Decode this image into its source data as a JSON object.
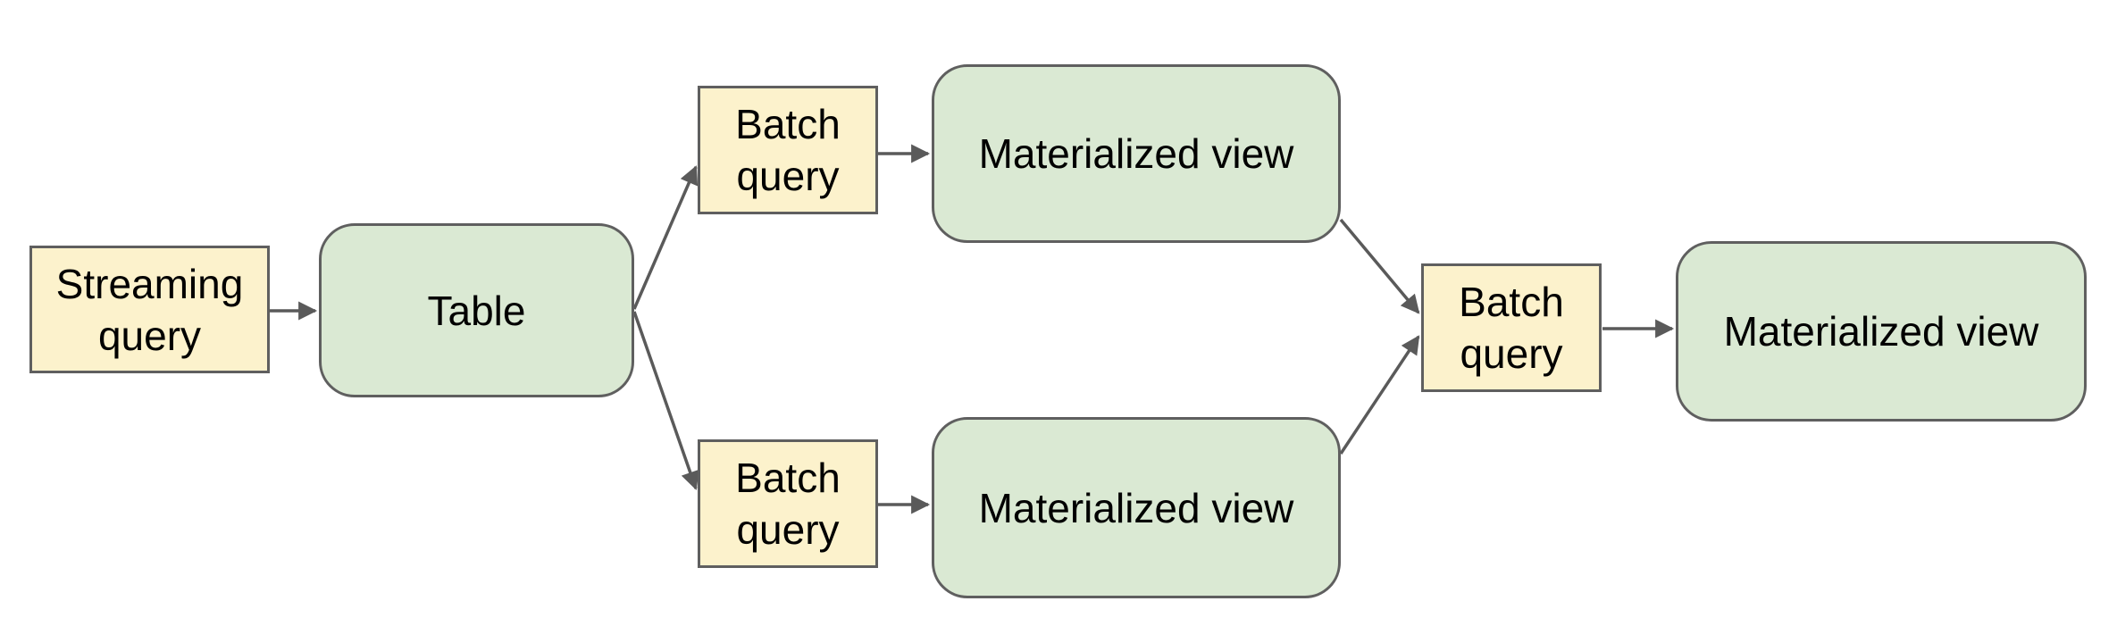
{
  "diagram": {
    "type": "flowchart",
    "description_not_invented": true
  },
  "nodes": [
    {
      "id": "streaming-query",
      "label": "Streaming query",
      "kind": "query"
    },
    {
      "id": "table",
      "label": "Table",
      "kind": "table"
    },
    {
      "id": "batch-query-top",
      "label": "Batch query",
      "kind": "query"
    },
    {
      "id": "materialized-view-top",
      "label": "Materialized view",
      "kind": "table"
    },
    {
      "id": "batch-query-bottom",
      "label": "Batch query",
      "kind": "query"
    },
    {
      "id": "materialized-view-bottom",
      "label": "Materialized view",
      "kind": "table"
    },
    {
      "id": "batch-query-center",
      "label": "Batch query",
      "kind": "query"
    },
    {
      "id": "materialized-view-right",
      "label": "Materialized view",
      "kind": "table"
    }
  ],
  "edges": [
    {
      "from": "streaming-query",
      "to": "table"
    },
    {
      "from": "table",
      "to": "batch-query-top"
    },
    {
      "from": "table",
      "to": "batch-query-bottom"
    },
    {
      "from": "batch-query-top",
      "to": "materialized-view-top"
    },
    {
      "from": "batch-query-bottom",
      "to": "materialized-view-bottom"
    },
    {
      "from": "materialized-view-top",
      "to": "batch-query-center"
    },
    {
      "from": "materialized-view-bottom",
      "to": "batch-query-center"
    },
    {
      "from": "batch-query-center",
      "to": "materialized-view-right"
    }
  ],
  "colors": {
    "query_fill": "#fcf2cc",
    "table_fill": "#dae9d3",
    "border": "#5f5f5f",
    "arrow": "#5a5a5a",
    "text": "#000000",
    "background": "#ffffff"
  }
}
